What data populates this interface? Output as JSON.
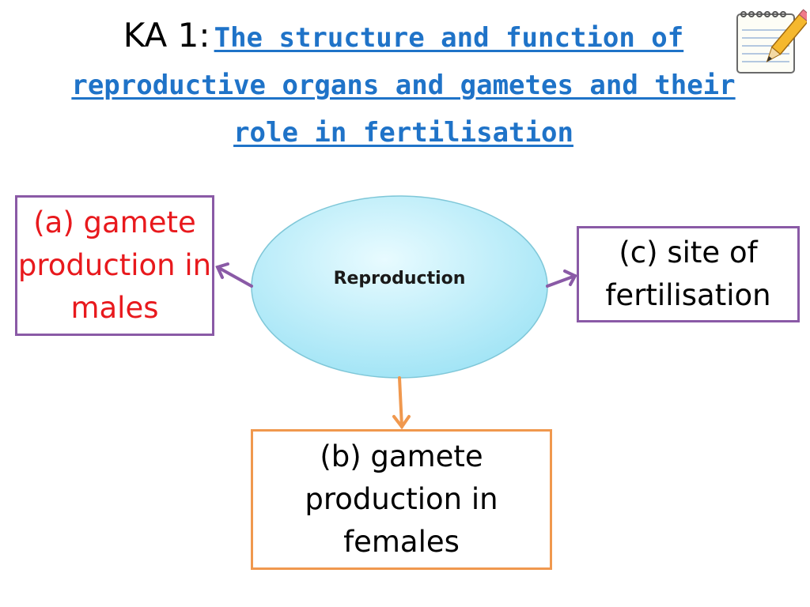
{
  "title": {
    "prefix": "KA 1:",
    "text": "The structure and function of reproductive organs and gametes and their role in fertilisation"
  },
  "center": {
    "label": "Reproduction",
    "fill_top": "#e8fbff",
    "fill_bottom": "#9ee3f5"
  },
  "boxes": {
    "a": {
      "text": "(a) gamete production in males",
      "color": "#e8191d",
      "border": "#8a5aa6"
    },
    "b": {
      "text": "(b) gamete production in females",
      "color": "#000000",
      "border": "#f0984e"
    },
    "c": {
      "text": "(c) site of fertilisation",
      "color": "#000000",
      "border": "#8a5aa6"
    }
  },
  "arrows": {
    "a_color": "#8a5aa6",
    "c_color": "#8a5aa6",
    "b_color": "#f0984e"
  },
  "icons": {
    "notepad": "notepad-with-pencil-icon"
  }
}
